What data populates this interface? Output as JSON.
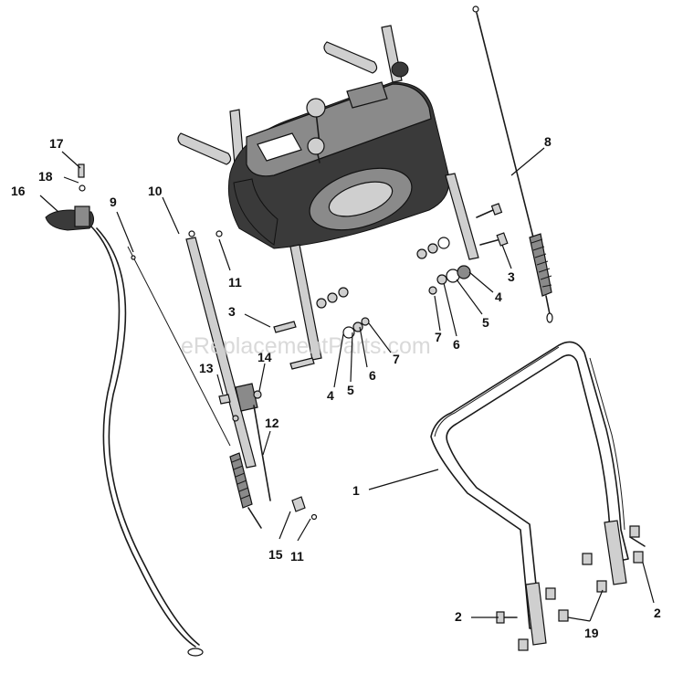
{
  "watermark": "eReplacementParts.com",
  "callouts": {
    "c1": "1",
    "c2a": "2",
    "c2b": "2",
    "c3a": "3",
    "c3b": "3",
    "c4a": "4",
    "c4b": "4",
    "c5a": "5",
    "c5b": "5",
    "c6a": "6",
    "c6b": "6",
    "c7a": "7",
    "c7b": "7",
    "c8": "8",
    "c9": "9",
    "c10": "10",
    "c11a": "11",
    "c11b": "11",
    "c12": "12",
    "c13": "13",
    "c14": "14",
    "c15": "15",
    "c16": "16",
    "c17": "17",
    "c18": "18",
    "c19": "19"
  }
}
